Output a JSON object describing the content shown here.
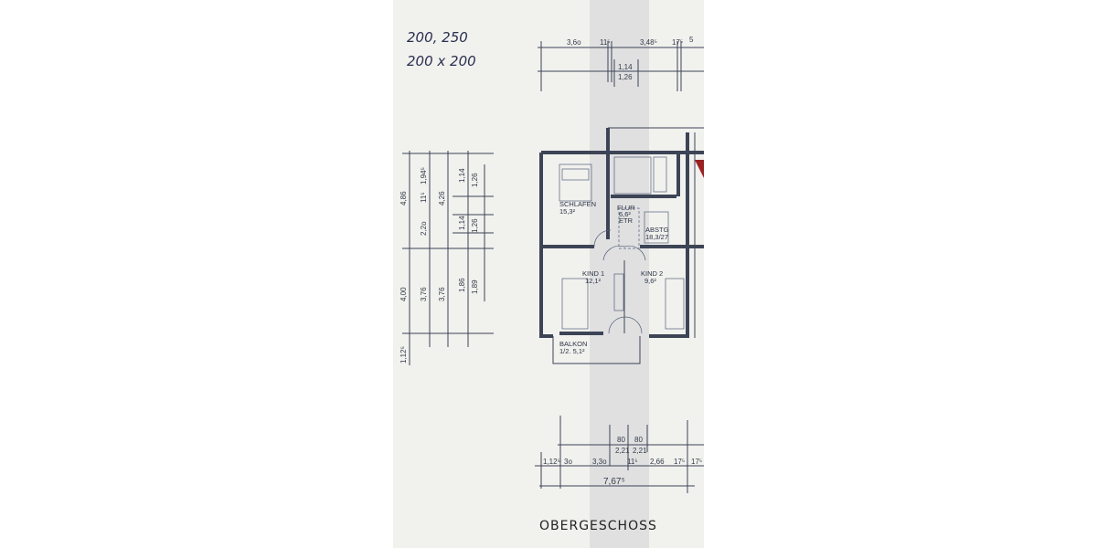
{
  "handwritten_notes": [
    "200, 250",
    "200 x 200"
  ],
  "title": "OBERGESCHOSS",
  "rooms": [
    {
      "name": "SCHLAFEN",
      "area": "15,3²"
    },
    {
      "name": "FLUR",
      "area": "6,6²",
      "note": "ETR"
    },
    {
      "name": "ABSTG",
      "area": "18,3/27"
    },
    {
      "name": "KIND 1",
      "area": "12,1²"
    },
    {
      "name": "KIND 2",
      "area": "9,6²"
    },
    {
      "name": "BALKON",
      "area": "1/2. 5,1²"
    }
  ],
  "dims_top": [
    "3,6o",
    "11⁵",
    "3,48⁵",
    "17⁵",
    "5",
    "1,14",
    "1,26"
  ],
  "dims_left": [
    "4,86",
    "4,00",
    "1,12⁵",
    "1,94⁵",
    "11⁵",
    "2,2o",
    "3,76",
    "4,26",
    "3,76",
    "1,14",
    "1,14",
    "1,86",
    "1,26",
    "1,26",
    "1,89"
  ],
  "dims_bottom": [
    "80",
    "80",
    "2,21",
    "2,21",
    "1,12⁵",
    "3o",
    "3,3o",
    "11⁵",
    "2,66",
    "17⁵",
    "17⁵",
    "7,67⁵"
  ]
}
